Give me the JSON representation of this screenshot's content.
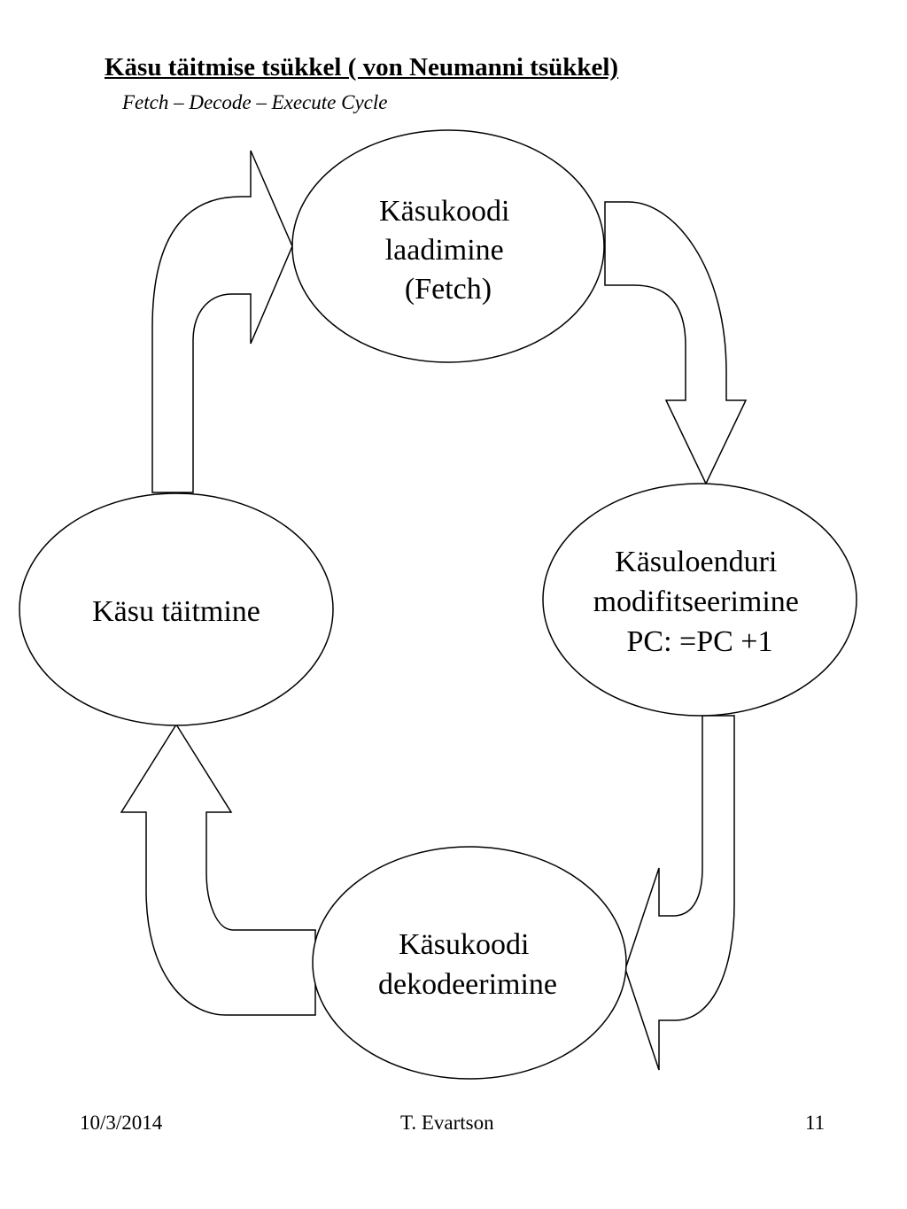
{
  "slide": {
    "title": "Käsu täitmise tsükkel ( von Neumanni tsükkel)",
    "subtitle": "Fetch – Decode – Execute  Cycle"
  },
  "nodes": {
    "fetch": {
      "lines": [
        "Käsukoodi",
        "laadimine",
        "(Fetch)"
      ]
    },
    "pc_update": {
      "lines": [
        "Käsuloenduri",
        "modifitseerimine",
        "PC: =PC +1"
      ]
    },
    "decode": {
      "lines": [
        "Käsukoodi",
        "dekodeerimine"
      ]
    },
    "execute": {
      "lines": [
        "Käsu täitmine"
      ]
    }
  },
  "footer": {
    "date": "10/3/2014",
    "author": "T. Evartson",
    "page": "11"
  }
}
